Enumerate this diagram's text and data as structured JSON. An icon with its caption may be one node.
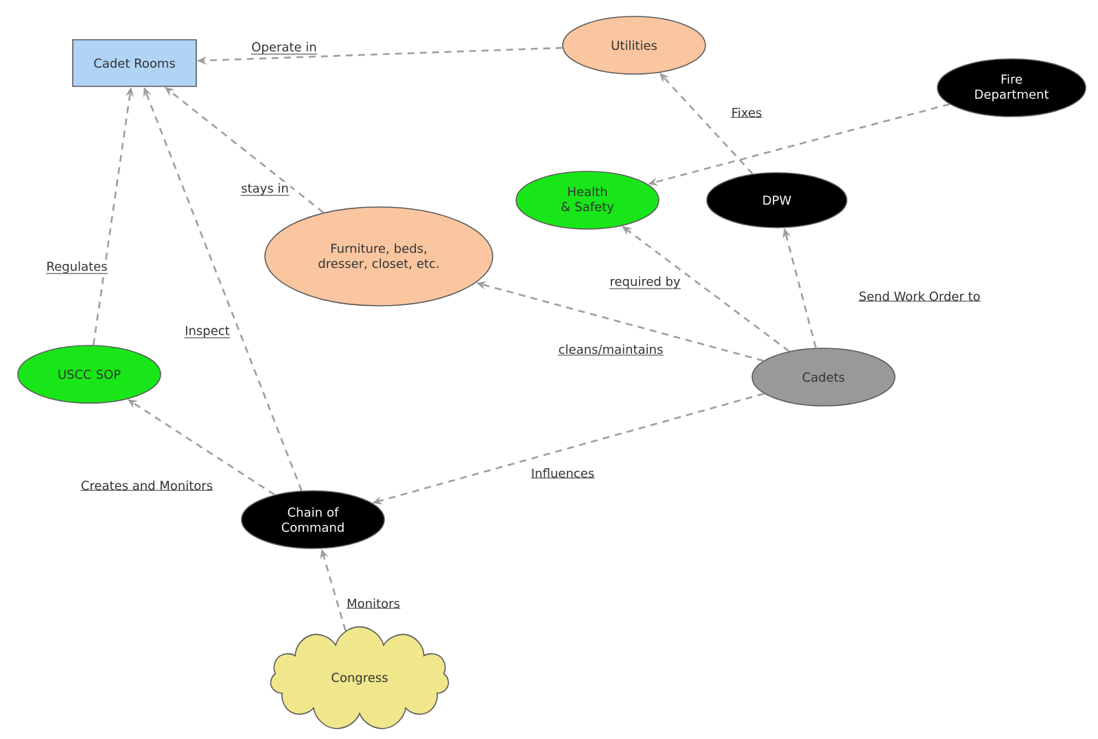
{
  "diagram": {
    "nodes": [
      {
        "text": [
          "Cadet Rooms"
        ]
      },
      {
        "text": [
          "Utilities"
        ]
      },
      {
        "text": [
          "Fire Department"
        ]
      },
      {
        "text": [
          "Health & Safety"
        ]
      },
      {
        "text": [
          "DPW"
        ]
      },
      {
        "text": [
          "Furniture, beds, dresser, closet, etc."
        ]
      },
      {
        "text": [
          "USCC SOP"
        ]
      },
      {
        "text": [
          "Cadets"
        ]
      },
      {
        "text": [
          "Chain of Command"
        ]
      },
      {
        "text": [
          "Congress"
        ]
      }
    ],
    "edges": [
      {
        "from": 1,
        "to": 0,
        "arrow": "to",
        "label": "Operate in",
        "style": "dashed"
      },
      {
        "from": 4,
        "to": 1,
        "arrow": "to",
        "label": "Fixes",
        "style": "dashed"
      },
      {
        "from": 2,
        "to": 3,
        "arrow": "to",
        "style": "dashed"
      },
      {
        "from": 5,
        "to": 0,
        "arrow": "to",
        "label": "stays in",
        "style": "dashed"
      },
      {
        "from": 6,
        "to": 0,
        "arrow": "to",
        "label": "Regulates",
        "style": "dashed"
      },
      {
        "from": 8,
        "to": 0,
        "arrow": "to",
        "label": "Inspect",
        "style": "dashed"
      },
      {
        "from": 7,
        "to": 3,
        "arrow": "to",
        "label": "required by",
        "style": "dashed"
      },
      {
        "from": 7,
        "to": 5,
        "arrow": "to",
        "label": "cleans/maintains",
        "style": "dashed"
      },
      {
        "from": 7,
        "to": 4,
        "arrow": "to",
        "label": "Send Work Order to",
        "style": "dashed"
      },
      {
        "from": 7,
        "to": 8,
        "arrow": "to",
        "label": "Influences",
        "style": "dashed"
      },
      {
        "from": 8,
        "to": 6,
        "arrow": "to",
        "label": "Creates and Monitors",
        "style": "dashed"
      },
      {
        "from": 9,
        "to": 8,
        "arrow": "to",
        "label": "Monitors",
        "style": "dashed"
      }
    ]
  }
}
